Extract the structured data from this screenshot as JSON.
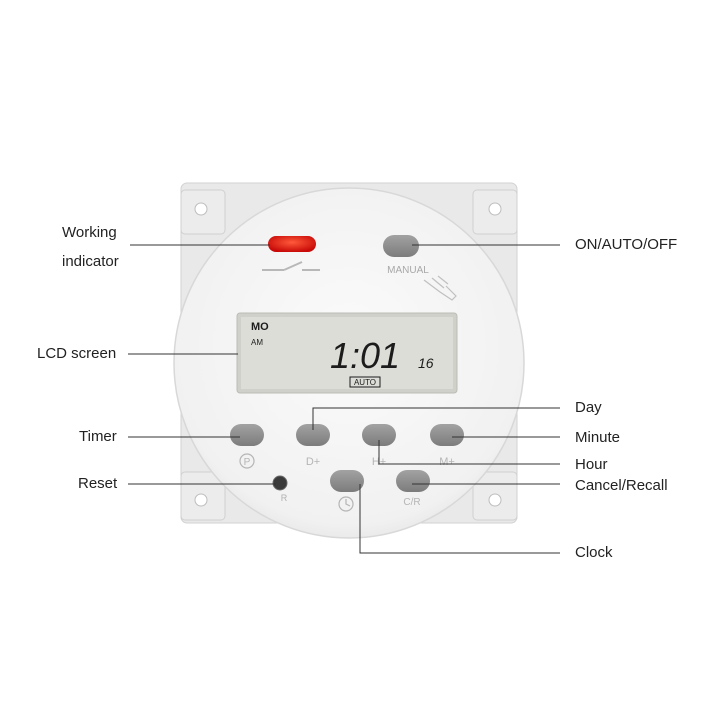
{
  "labels": {
    "working_line1": "Working",
    "working_line2": "indicator",
    "lcd_screen": "LCD screen",
    "timer": "Timer",
    "reset": "Reset",
    "on_auto_off": "ON/AUTO/OFF",
    "day": "Day",
    "minute": "Minute",
    "hour": "Hour",
    "cancel_recall": "Cancel/Recall",
    "clock": "Clock"
  },
  "device": {
    "manual_text": "MANUAL",
    "lcd_day": "MO",
    "lcd_ampm": "AM",
    "lcd_time": "1:01",
    "lcd_seconds": "16",
    "lcd_mode": "AUTO",
    "buttons": {
      "p": "P",
      "d_plus": "D+",
      "h_plus": "H+",
      "m_plus": "M+",
      "r": "R",
      "cr": "C/R"
    }
  },
  "colors": {
    "body": "#ebebeb",
    "face": "#f4f4f4",
    "button": "#8e8e8e",
    "indicator": "#e0140f",
    "lcd_bg": "#dcddd7",
    "lcd_text": "#1c1c1c",
    "line": "#333333"
  }
}
